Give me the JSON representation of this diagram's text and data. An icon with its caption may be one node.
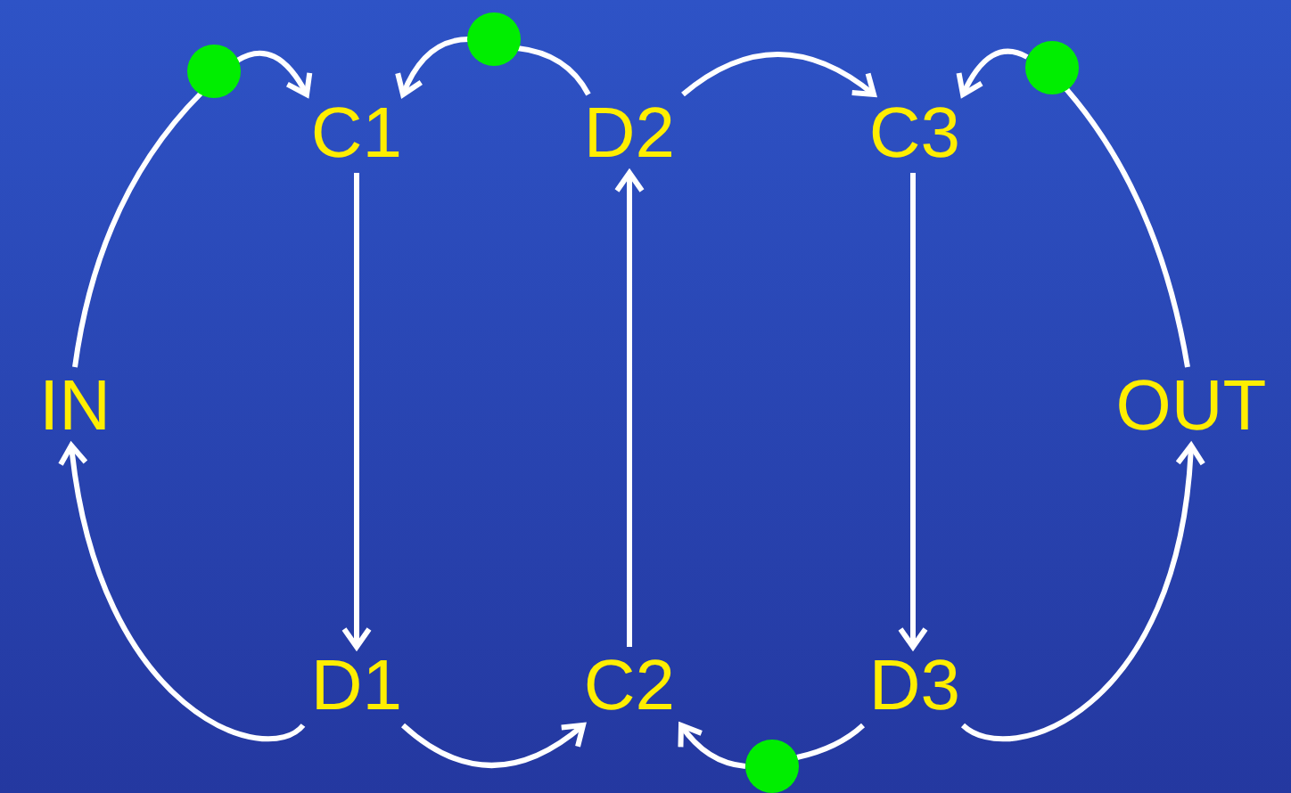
{
  "diagram": {
    "nodes": [
      {
        "text": [],
        "shape": "circle"
      },
      {
        "text": [],
        "shape": "circle"
      },
      {
        "text": [],
        "shape": "circle"
      },
      {
        "text": [
          "C1"
        ]
      },
      {
        "text": [
          "D2"
        ]
      },
      {
        "text": [
          "C3"
        ]
      },
      {
        "text": [
          "IN"
        ]
      },
      {
        "text": [
          "OUT"
        ]
      },
      {
        "text": [
          "D1"
        ]
      },
      {
        "text": [
          "C2"
        ]
      },
      {
        "text": [
          "D3"
        ]
      },
      {
        "text": [],
        "shape": "circle"
      }
    ],
    "edges": [
      {
        "from": 6,
        "to": 0,
        "arrow": "none"
      },
      {
        "from": 0,
        "to": 3,
        "arrow": "to"
      },
      {
        "from": 4,
        "to": 1,
        "arrow": "none"
      },
      {
        "from": 1,
        "to": 3,
        "arrow": "to"
      },
      {
        "from": 4,
        "to": 5,
        "arrow": "to"
      },
      {
        "from": 7,
        "to": 2,
        "arrow": "none"
      },
      {
        "from": 2,
        "to": 5,
        "arrow": "to"
      },
      {
        "from": 3,
        "to": 8,
        "arrow": "to"
      },
      {
        "from": 9,
        "to": 4,
        "arrow": "to"
      },
      {
        "from": 5,
        "to": 10,
        "arrow": "to"
      },
      {
        "from": 8,
        "to": 6,
        "arrow": "to"
      },
      {
        "from": 8,
        "to": 9,
        "arrow": "to"
      },
      {
        "from": 10,
        "to": 11,
        "arrow": "none"
      },
      {
        "from": 11,
        "to": 9,
        "arrow": "to"
      },
      {
        "from": 10,
        "to": 7,
        "arrow": "to"
      }
    ]
  }
}
